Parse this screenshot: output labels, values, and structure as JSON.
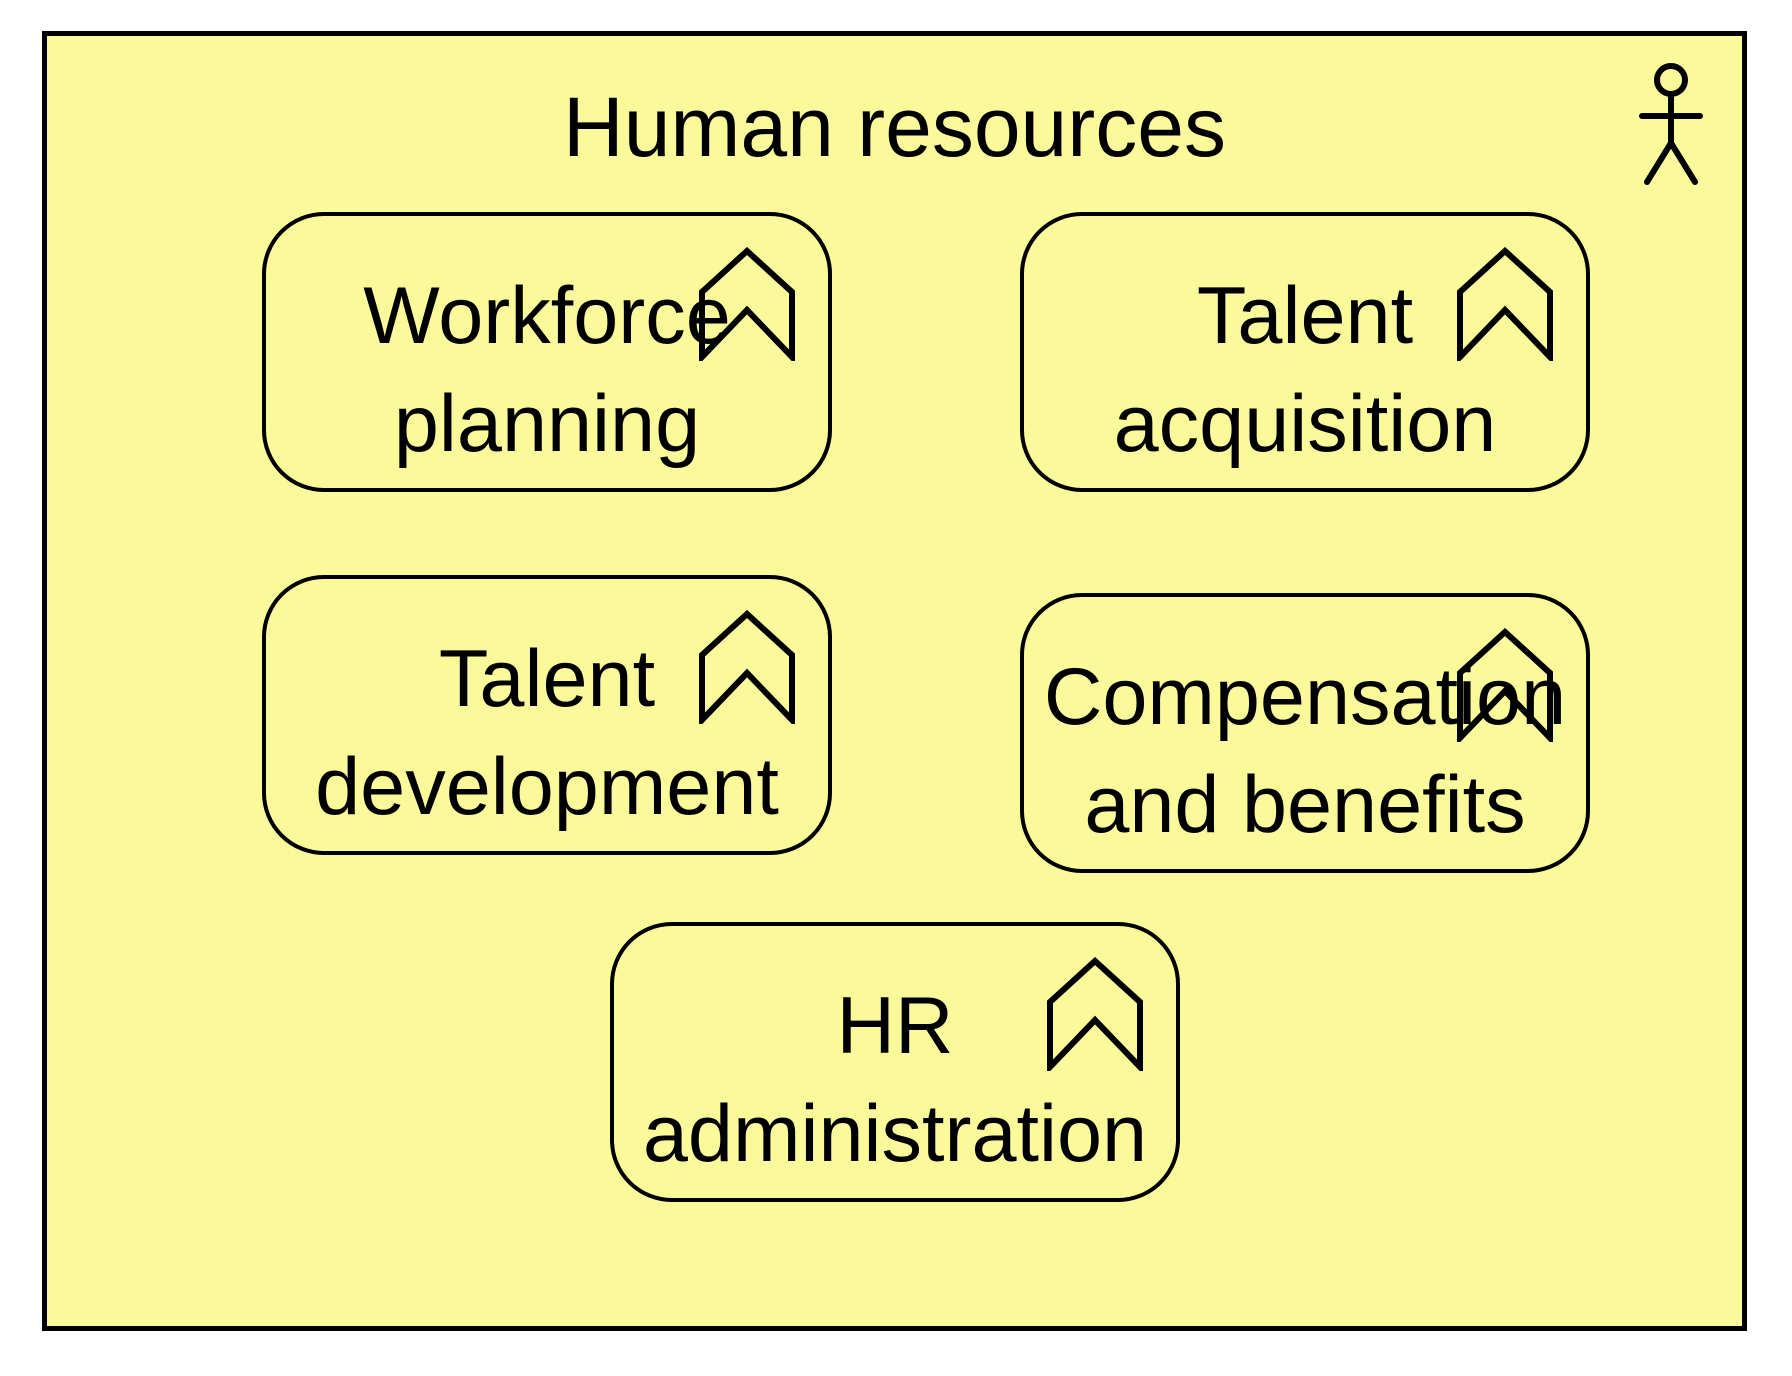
{
  "diagram": {
    "container": {
      "title": "Human resources",
      "type_icon": "business-actor-icon",
      "fill_color": "#FAFA9B",
      "border_color": "#000000",
      "text_color": "#000000"
    },
    "functions": [
      {
        "name": "Workforce planning",
        "line1": "Workforce",
        "line2": "planning",
        "icon": "business-function-icon"
      },
      {
        "name": "Talent acquisition",
        "line1": "Talent",
        "line2": "acquisition",
        "icon": "business-function-icon"
      },
      {
        "name": "Talent development",
        "line1": "Talent",
        "line2": "development",
        "icon": "business-function-icon"
      },
      {
        "name": "Compensation and benefits",
        "line1": "Compensation",
        "line2": "and benefits",
        "icon": "business-function-icon"
      },
      {
        "name": "HR administration",
        "line1": "HR",
        "line2": "administration",
        "icon": "business-function-icon"
      }
    ]
  }
}
